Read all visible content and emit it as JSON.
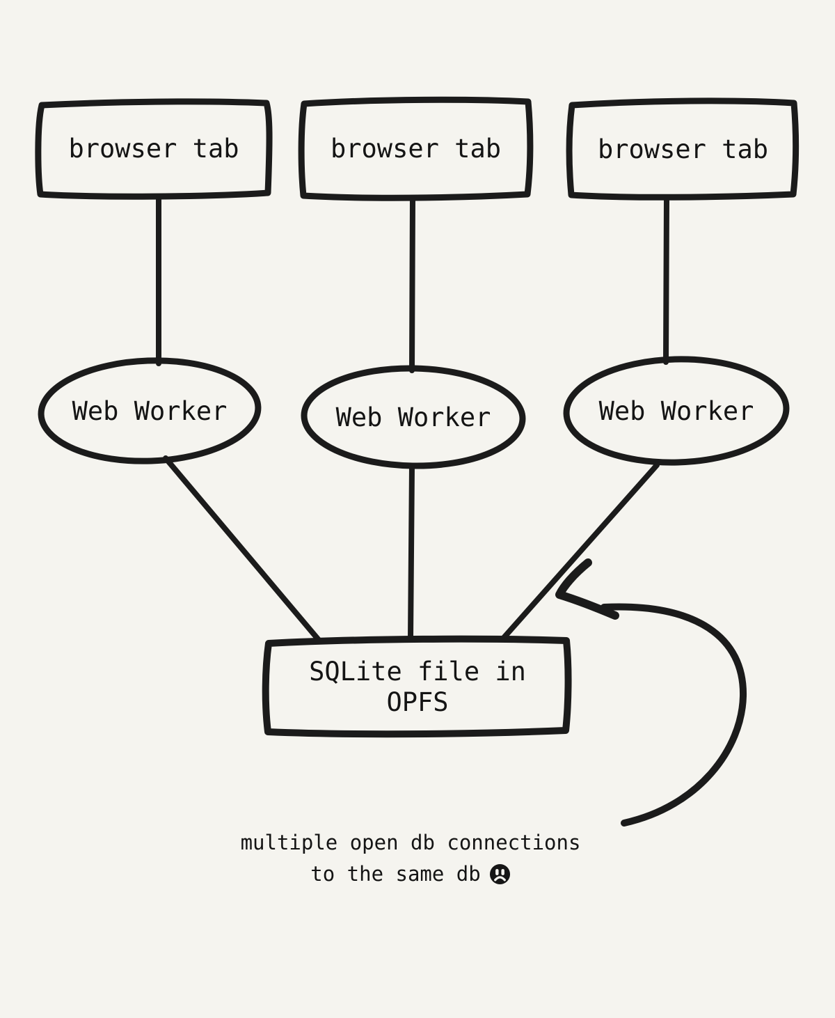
{
  "diagram": {
    "background": "#f5f4ef",
    "ink_color": "#1b1b1b",
    "nodes": {
      "browser_tabs": [
        {
          "id": "browser-tab-1",
          "label": "browser tab"
        },
        {
          "id": "browser-tab-2",
          "label": "browser tab"
        },
        {
          "id": "browser-tab-3",
          "label": "browser tab"
        }
      ],
      "web_workers": [
        {
          "id": "web-worker-1",
          "label": "Web Worker"
        },
        {
          "id": "web-worker-2",
          "label": "Web Worker"
        },
        {
          "id": "web-worker-3",
          "label": "Web Worker"
        }
      ],
      "sqlite": {
        "id": "sqlite-file",
        "label_line1": "SQLite file in",
        "label_line2": "OPFS"
      }
    },
    "connections": [
      {
        "from": "browser-tab-1",
        "to": "web-worker-1"
      },
      {
        "from": "browser-tab-2",
        "to": "web-worker-2"
      },
      {
        "from": "browser-tab-3",
        "to": "web-worker-3"
      },
      {
        "from": "web-worker-1",
        "to": "sqlite-file"
      },
      {
        "from": "web-worker-2",
        "to": "sqlite-file"
      },
      {
        "from": "web-worker-3",
        "to": "sqlite-file"
      }
    ],
    "annotation": {
      "caption_line1": "multiple open db connections",
      "caption_line2": "to the same db",
      "emoji": "sad-face",
      "arrow_points_at": "edge from web-worker-3 to sqlite-file"
    }
  }
}
